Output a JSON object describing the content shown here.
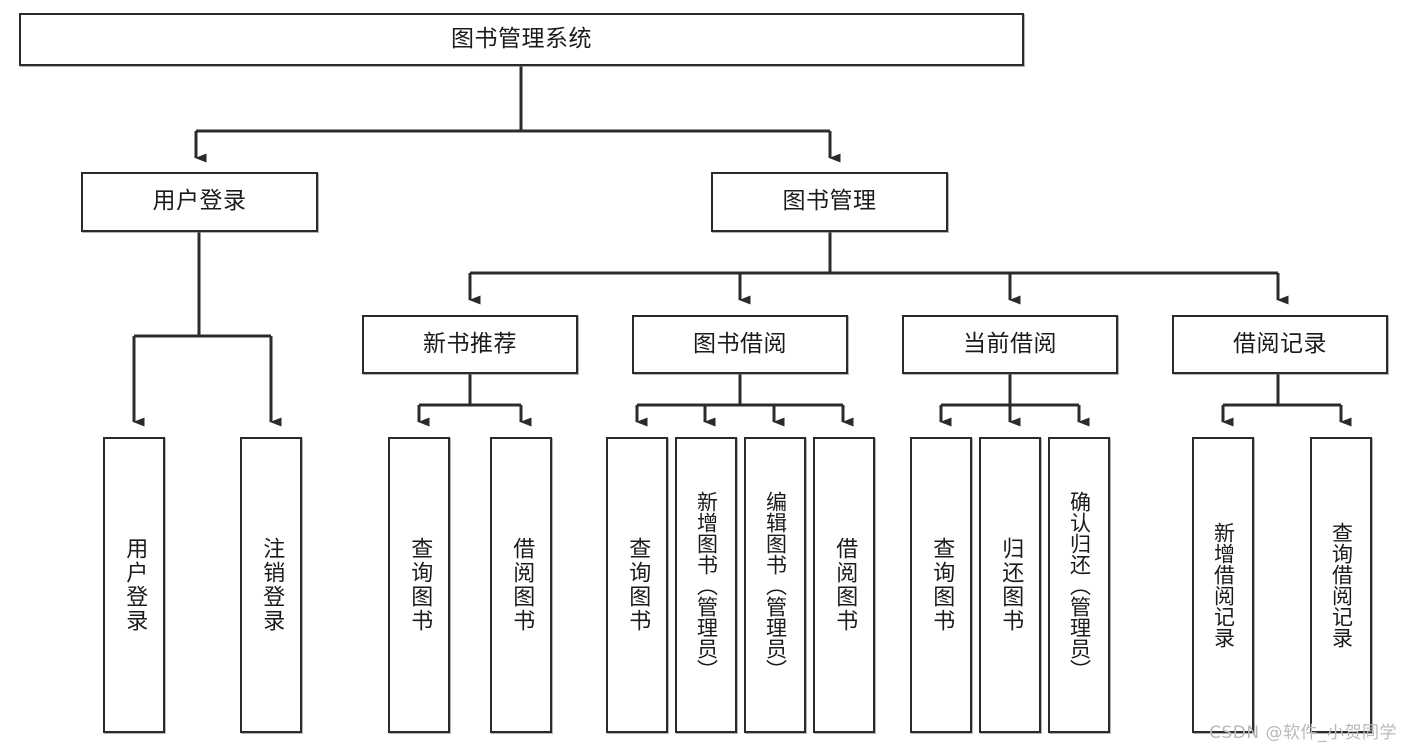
{
  "diagram": {
    "type": "tree-hierarchy",
    "title": "图书管理系统",
    "watermark": "CSDN @软件_小贺同学",
    "colors": {
      "box_border": "#2b2b2b",
      "box_fill": "#ffffff",
      "connector": "#2b2b2b",
      "text": "#1b1b1b",
      "watermark": "#b9b9b9"
    },
    "nodes": {
      "root": {
        "label": "图书管理系统",
        "level": 1
      },
      "level2": [
        {
          "id": "user-login",
          "label": "用户登录"
        },
        {
          "id": "book-manage",
          "label": "图书管理"
        }
      ],
      "level3": [
        {
          "id": "new-book-recommend",
          "label": "新书推荐"
        },
        {
          "id": "book-borrow",
          "label": "图书借阅"
        },
        {
          "id": "current-borrow",
          "label": "当前借阅"
        },
        {
          "id": "borrow-record",
          "label": "借阅记录"
        }
      ],
      "leaves": {
        "user-login": [
          {
            "id": "leaf-user-login",
            "label": "用户登录"
          },
          {
            "id": "leaf-user-logout",
            "label": "注销登录"
          }
        ],
        "new-book-recommend": [
          {
            "id": "leaf-query-book-1",
            "label": "查询图书"
          },
          {
            "id": "leaf-borrow-book-1",
            "label": "借阅图书"
          }
        ],
        "book-borrow": [
          {
            "id": "leaf-query-book-2",
            "label": "查询图书"
          },
          {
            "id": "leaf-add-book",
            "label": "新增图书（管理员）"
          },
          {
            "id": "leaf-edit-book",
            "label": "编辑图书（管理员）"
          },
          {
            "id": "leaf-borrow-book-2",
            "label": "借阅图书"
          }
        ],
        "current-borrow": [
          {
            "id": "leaf-query-book-3",
            "label": "查询图书"
          },
          {
            "id": "leaf-return-book",
            "label": "归还图书"
          },
          {
            "id": "leaf-confirm-return",
            "label": "确认归还（管理员）"
          }
        ],
        "borrow-record": [
          {
            "id": "leaf-add-record",
            "label": "新增借阅记录"
          },
          {
            "id": "leaf-query-record",
            "label": "查询借阅记录"
          }
        ]
      }
    }
  }
}
